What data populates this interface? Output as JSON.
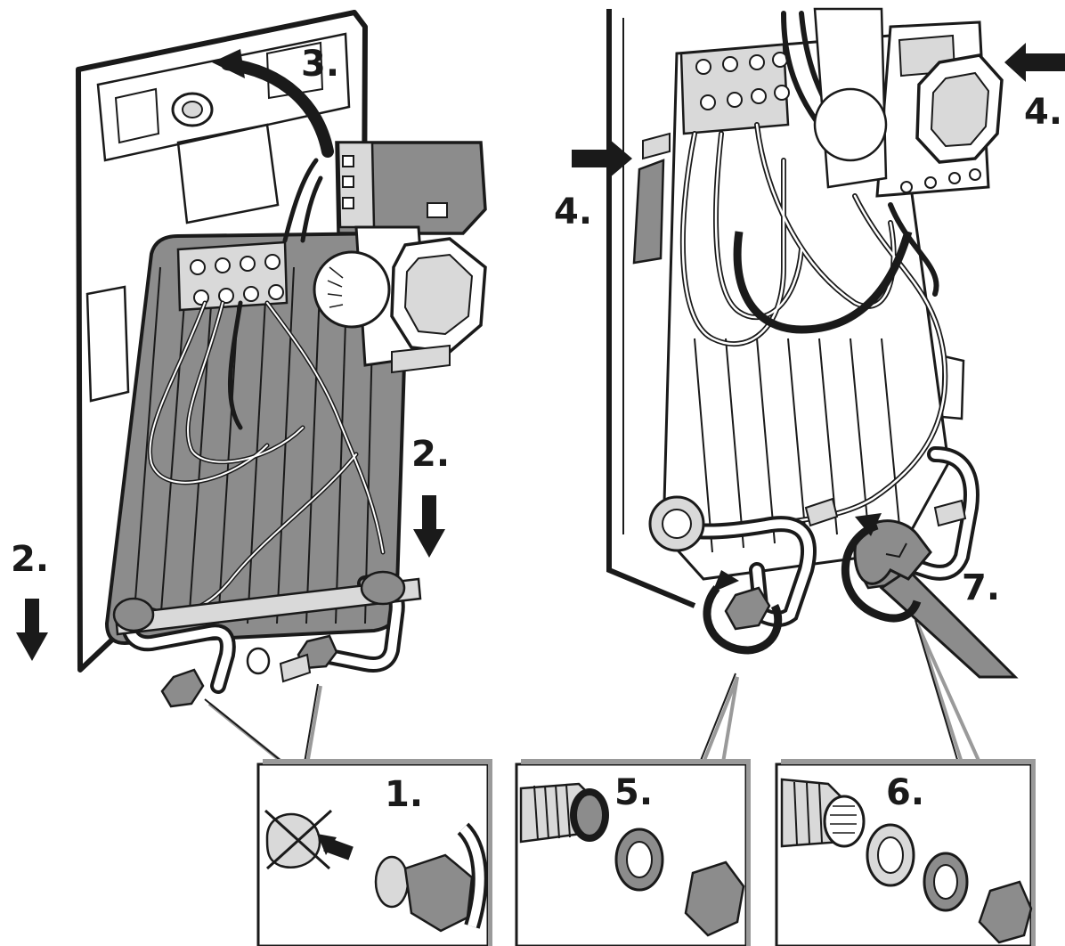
{
  "diagram": {
    "step_labels": {
      "step_1": "1.",
      "step_2_left": "2.",
      "step_2_right": "2.",
      "step_3": "3.",
      "step_4_left": "4.",
      "step_4_right": "4.",
      "step_5": "5.",
      "step_6": "6.",
      "step_7": "7."
    },
    "colors": {
      "line": "#1a1a1a",
      "heater_fill": "#8c8c8c",
      "light_fill": "#d9d9d9",
      "panel_fill": "#ffffff"
    }
  }
}
